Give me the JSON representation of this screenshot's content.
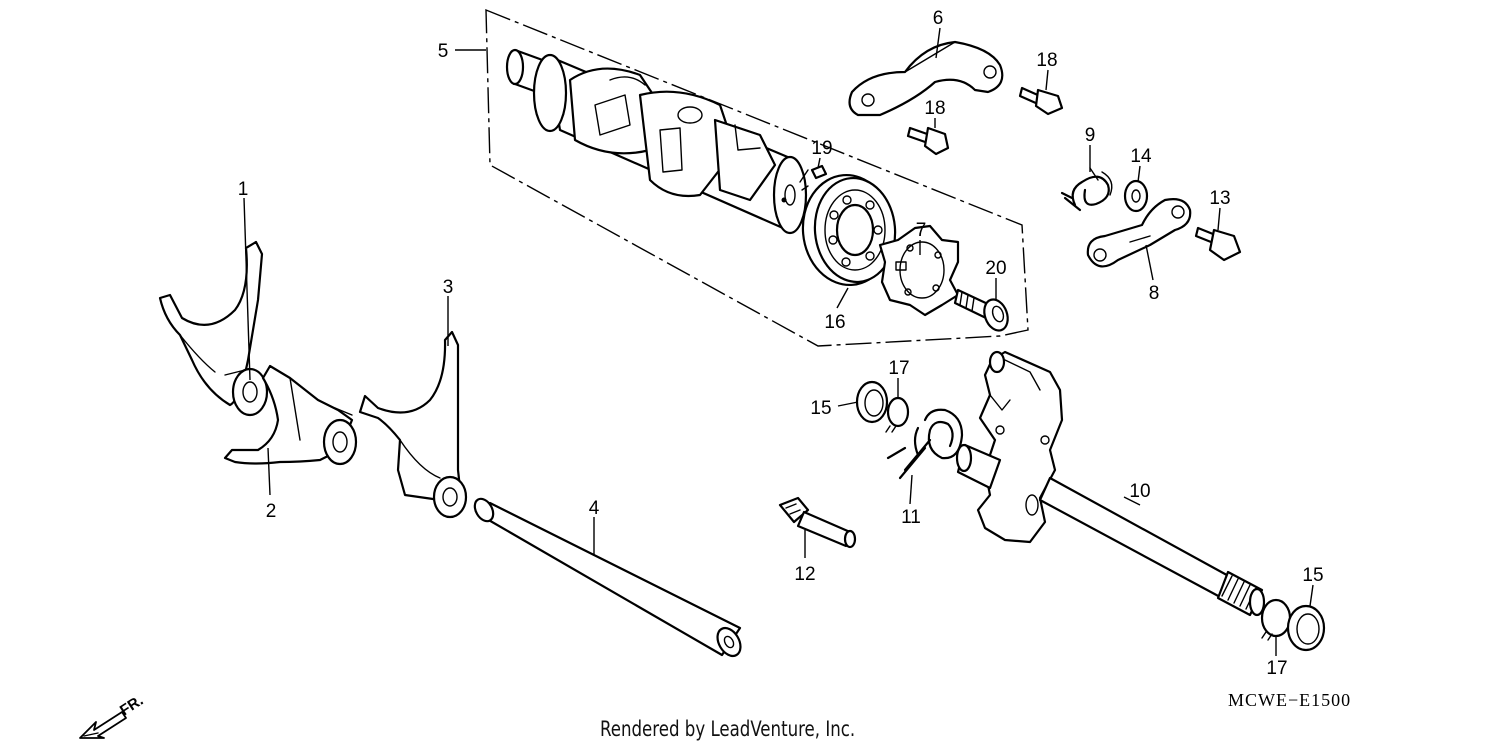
{
  "diagram": {
    "callouts": [
      {
        "id": "p1",
        "label": "1"
      },
      {
        "id": "p2",
        "label": "2"
      },
      {
        "id": "p3",
        "label": "3"
      },
      {
        "id": "p4",
        "label": "4"
      },
      {
        "id": "p5",
        "label": "5"
      },
      {
        "id": "p6",
        "label": "6"
      },
      {
        "id": "p7",
        "label": "7"
      },
      {
        "id": "p8",
        "label": "8"
      },
      {
        "id": "p9",
        "label": "9"
      },
      {
        "id": "p10",
        "label": "10"
      },
      {
        "id": "p11",
        "label": "11"
      },
      {
        "id": "p12",
        "label": "12"
      },
      {
        "id": "p13",
        "label": "13"
      },
      {
        "id": "p14",
        "label": "14"
      },
      {
        "id": "p15a",
        "label": "15"
      },
      {
        "id": "p15b",
        "label": "15"
      },
      {
        "id": "p16",
        "label": "16"
      },
      {
        "id": "p17a",
        "label": "17"
      },
      {
        "id": "p17b",
        "label": "17"
      },
      {
        "id": "p18a",
        "label": "18"
      },
      {
        "id": "p18b",
        "label": "18"
      },
      {
        "id": "p19",
        "label": "19"
      },
      {
        "id": "p20",
        "label": "20"
      }
    ],
    "direction_label": "FR.",
    "drawing_code": "MCWE−E1500"
  },
  "footer": {
    "credit": "Rendered by LeadVenture, Inc."
  }
}
